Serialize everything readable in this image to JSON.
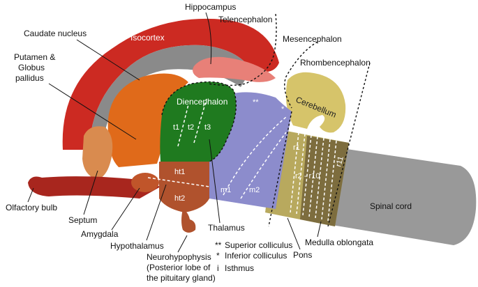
{
  "labels": {
    "hippocampus": "Hippocampus",
    "telencephalon": "Telencephalon",
    "mesencephalon": "Mesencephalon",
    "rhombencephalon": "Rhombencephalon",
    "caudate_nucleus": "Caudate nucleus",
    "putamen_line1": "Putamen &",
    "putamen_line2": "Globus",
    "putamen_line3": "pallidus",
    "isocortex": "Isocortex",
    "diencephalon": "Diencephalon",
    "cerebellum": "Cerebellum",
    "t1": "t1",
    "t2": "t2",
    "t3": "t3",
    "ht1": "ht1",
    "ht2": "ht2",
    "m1": "m1",
    "m2": "m2",
    "r1": "r1",
    "r2_r10": "r2 - r10",
    "r11": "r11",
    "spinal_cord": "Spinal cord",
    "olfactory_bulb": "Olfactory bulb",
    "septum": "Septum",
    "amygdala": "Amygdala",
    "hypothalamus": "Hypothalamus",
    "thalamus": "Thalamus",
    "pons": "Pons",
    "medulla_oblongata": "Medulla oblongata",
    "neurohypophysis_line1": "Neurohypophysis",
    "neurohypophysis_line2": "(Posterior lobe of",
    "neurohypophysis_line3": "the pituitary gland)",
    "double_star": "**",
    "single_star": "*",
    "isthmus_mark": "i"
  },
  "legend": [
    {
      "symbol": "**",
      "text": "Superior colliculus"
    },
    {
      "symbol": "*",
      "text": "Inferior colliculus"
    },
    {
      "symbol": "i",
      "text": "Isthmus"
    }
  ],
  "colors": {
    "isocortex": "#cc2a22",
    "hippocampus": "#e88078",
    "gray_matter": "#8a8a8a",
    "caudate": "#e06a1a",
    "septum": "#d98b4f",
    "diencephalon": "#1f7a1f",
    "hypothalamus": "#b0522d",
    "midbrain": "#8c8ccc",
    "cerebellum": "#d6c46a",
    "pons": "#cbbd6a",
    "medulla": "#7a6a3a",
    "spinal_cord": "#999999",
    "olfactory": "#a8261e"
  }
}
